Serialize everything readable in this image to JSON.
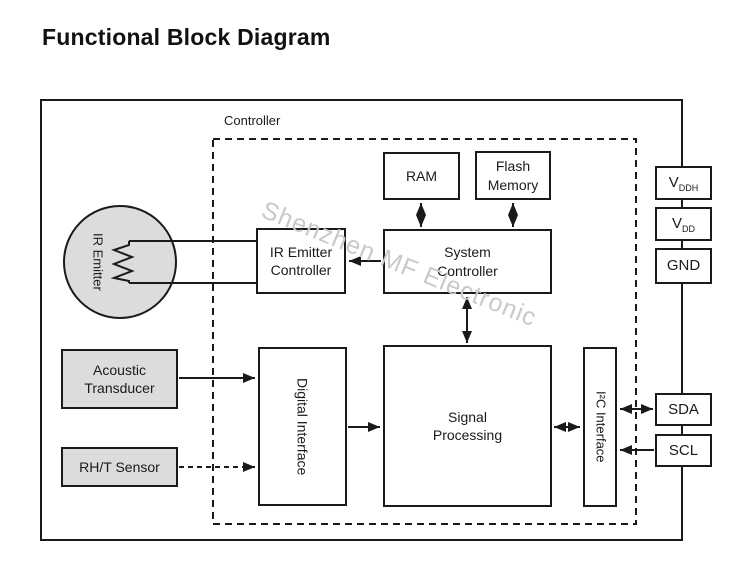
{
  "title": "Functional Block Diagram",
  "watermark": "Shenzhen MF Electronic",
  "diagram": {
    "controller_label": "Controller",
    "blocks": {
      "ram": {
        "label": "RAM"
      },
      "flash": {
        "label": [
          "Flash",
          "Memory"
        ]
      },
      "system_controller": {
        "label": [
          "System",
          "Controller"
        ]
      },
      "ir_emitter_controller": {
        "label": [
          "IR Emitter",
          "Controller"
        ]
      },
      "ir_emitter": {
        "label": "IR Emitter"
      },
      "acoustic_transducer": {
        "label": [
          "Acoustic",
          "Transducer"
        ]
      },
      "rht_sensor": {
        "label": "RH/T Sensor"
      },
      "digital_interface": {
        "label": "Digital Interface"
      },
      "signal_processing": {
        "label": [
          "Signal",
          "Processing"
        ]
      },
      "i2c_interface": {
        "label": "I²C Interface"
      }
    },
    "pins": {
      "vddh": {
        "main": "V",
        "sub": "DDH"
      },
      "vdd": {
        "main": "V",
        "sub": "DD"
      },
      "gnd": {
        "main": "GND"
      },
      "sda": {
        "main": "SDA"
      },
      "scl": {
        "main": "SCL"
      }
    },
    "colors": {
      "line": "#1a1a1a",
      "gray_fill": "#dcdcdc",
      "watermark": "#c9c9c9"
    }
  }
}
